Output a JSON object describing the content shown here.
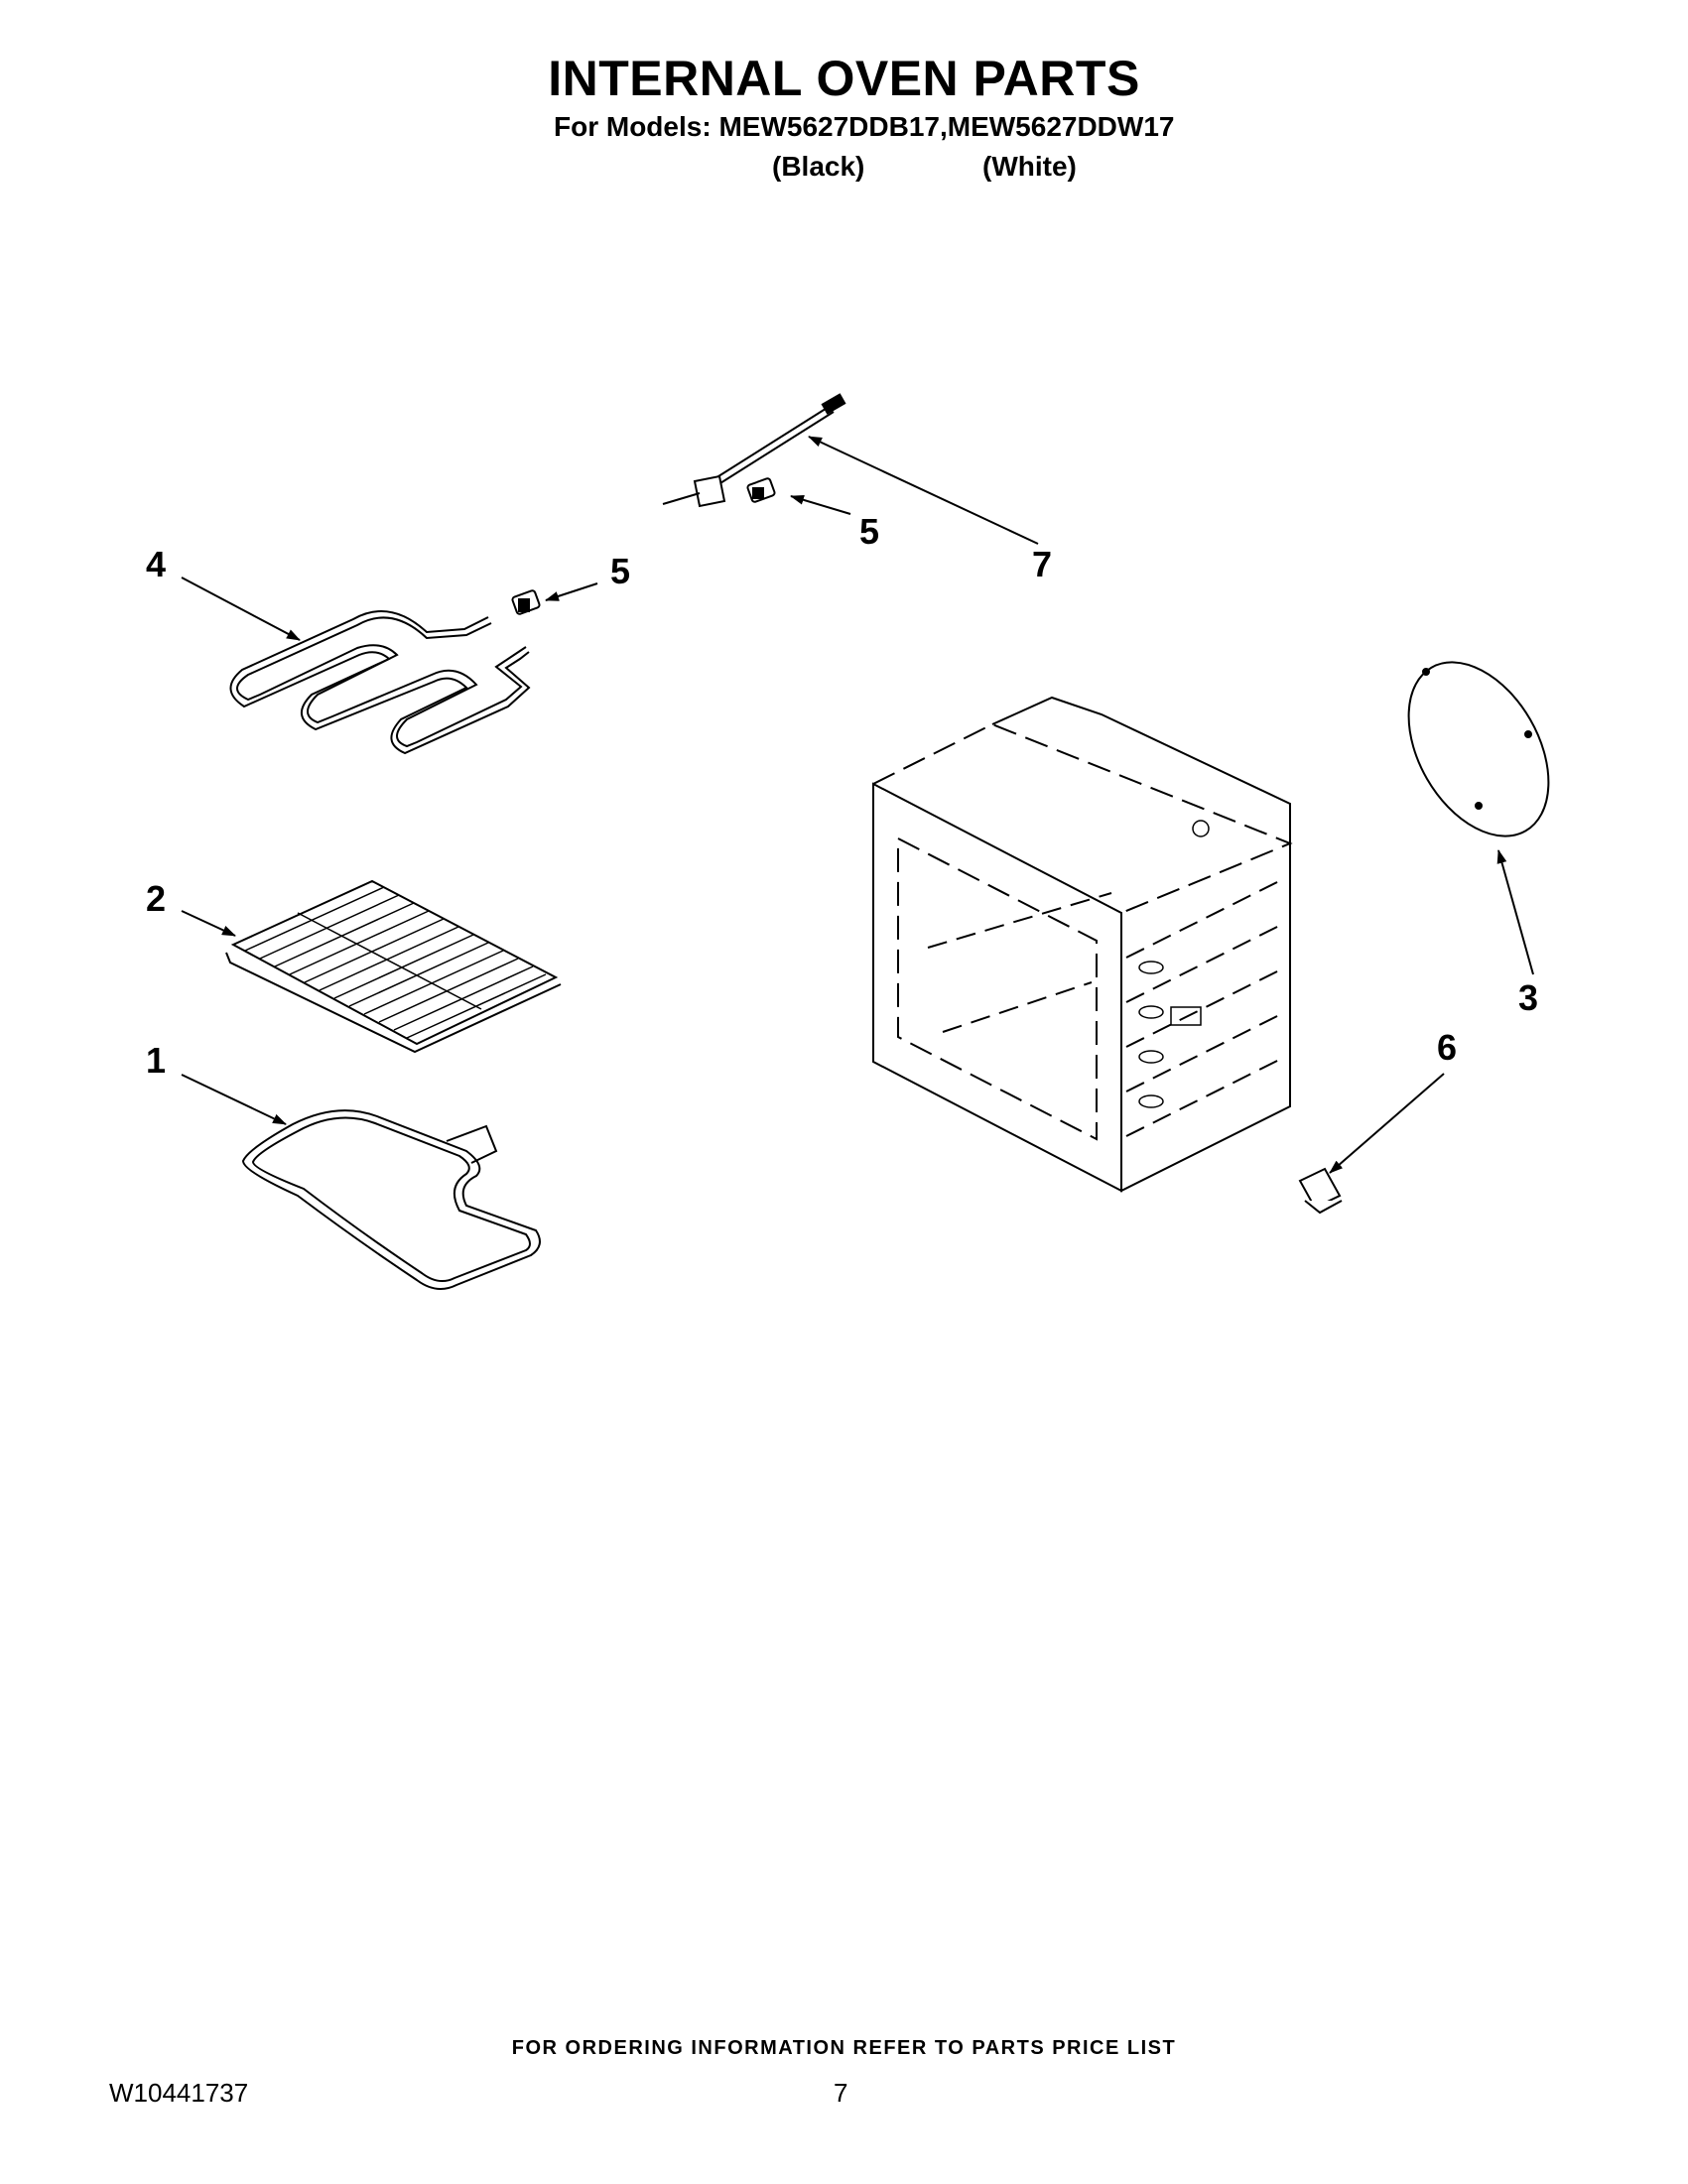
{
  "title": "INTERNAL OVEN PARTS",
  "models_line": "For Models: MEW5627DDB17,MEW5627DDW17",
  "variants": {
    "black": "(Black)",
    "white": "(White)"
  },
  "callouts": [
    {
      "id": "1",
      "label": "1"
    },
    {
      "id": "2",
      "label": "2"
    },
    {
      "id": "3",
      "label": "3"
    },
    {
      "id": "4",
      "label": "4"
    },
    {
      "id": "5a",
      "label": "5"
    },
    {
      "id": "5b",
      "label": "5"
    },
    {
      "id": "6",
      "label": "6"
    },
    {
      "id": "7",
      "label": "7"
    }
  ],
  "footer": {
    "ordering_note": "FOR ORDERING INFORMATION REFER TO PARTS PRICE LIST",
    "doc_number": "W10441737",
    "page_number": "7"
  }
}
